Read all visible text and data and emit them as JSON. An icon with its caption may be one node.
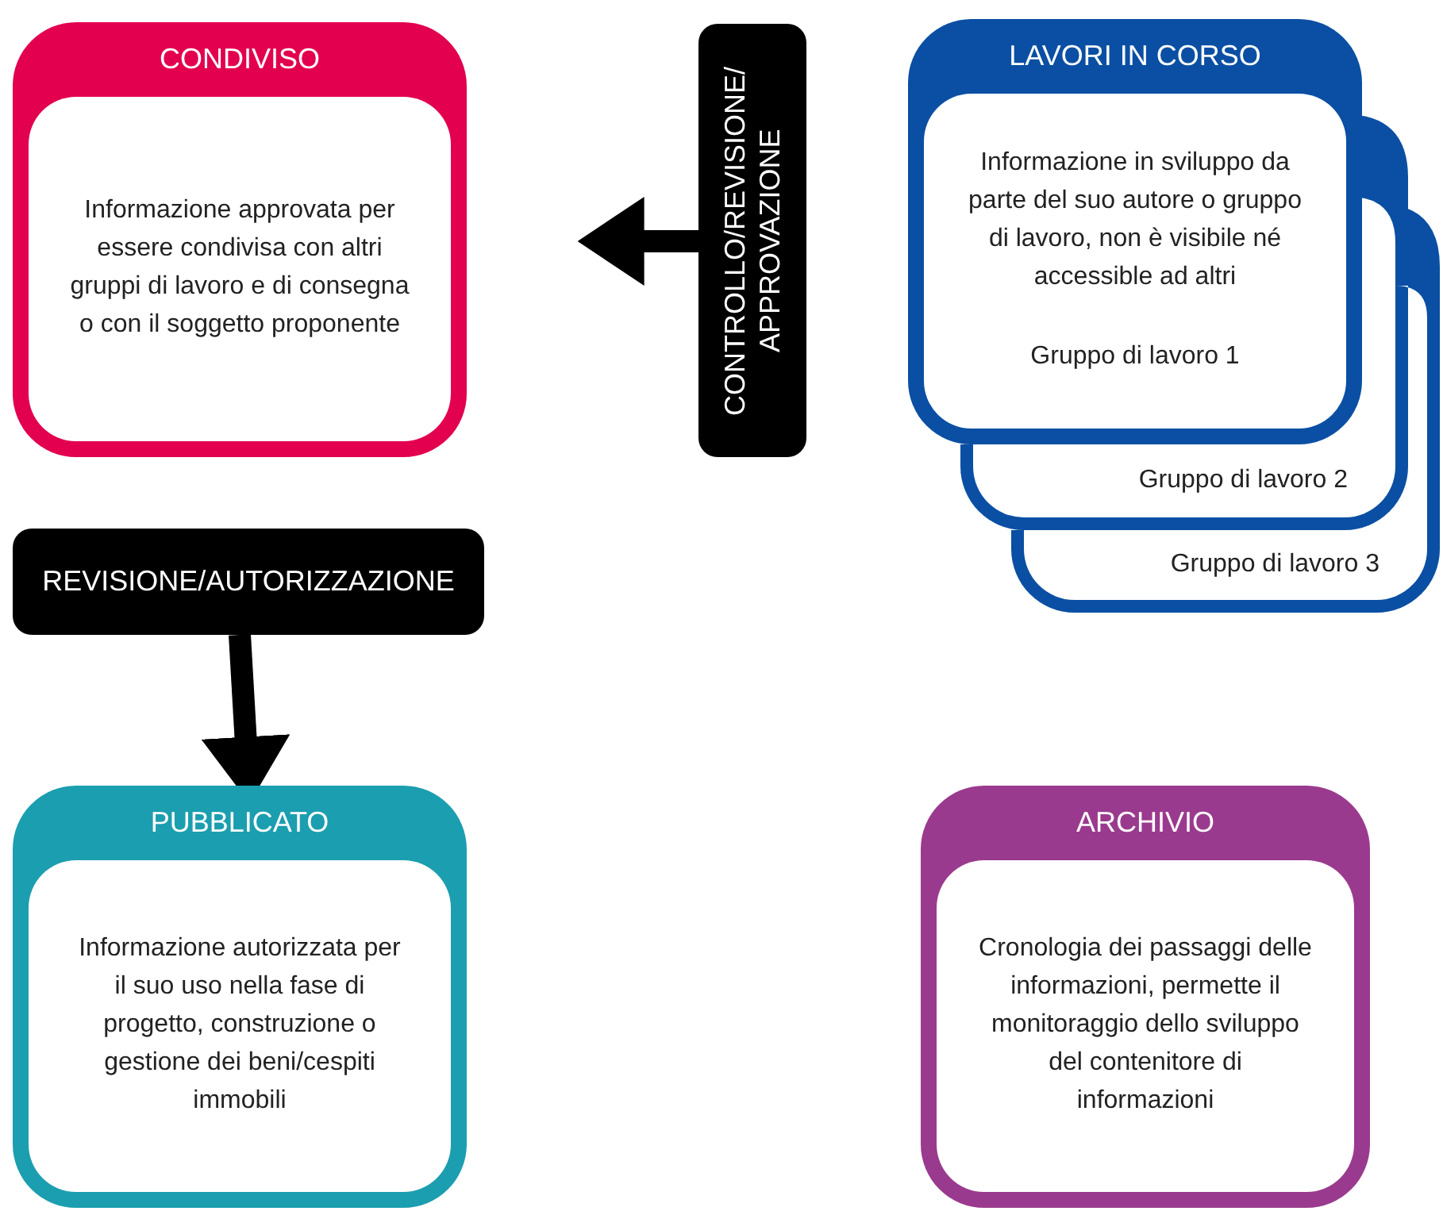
{
  "diagram": {
    "nodes": [
      {
        "text": [
          "CONDIVISO",
          "Informazione approvata per essere condivisa con altri gruppi di lavoro e di consegna o con il soggetto proponente"
        ]
      },
      {
        "text": [
          "CONTROLLO/REVISIONE/ APPROVAZIONE"
        ]
      },
      {
        "text": [
          "LAVORI IN CORSO",
          "Informazione in sviluppo da parte del suo autore o gruppo di lavoro, non è visibile né accessible ad altri",
          "Gruppo di lavoro 1"
        ]
      },
      {
        "text": [
          "Gruppo di lavoro 2"
        ]
      },
      {
        "text": [
          "Gruppo di lavoro 3"
        ]
      },
      {
        "text": [
          "REVISIONE/AUTORIZZAZIONE"
        ]
      },
      {
        "text": [
          "PUBBLICATO",
          "Informazione autorizzata per il suo uso nella fase di progetto, construzione o gestione dei beni/cespiti immobili"
        ]
      },
      {
        "text": [
          "ARCHIVIO",
          "Cronologia dei passaggi delle informazioni, permette il monitoraggio dello sviluppo del contenitore di informazioni"
        ]
      }
    ],
    "edges": [
      {
        "from": 1,
        "to": null,
        "arrow": "to"
      },
      {
        "from": 5,
        "to": 6,
        "arrow": "to"
      }
    ]
  }
}
